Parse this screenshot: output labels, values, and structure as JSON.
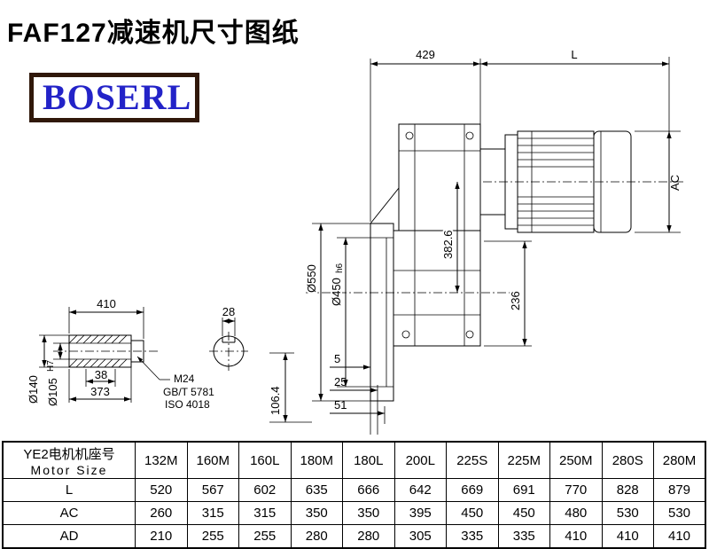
{
  "page": {
    "title": "FAF127减速机尺寸图纸",
    "logo_text": "BOSERL"
  },
  "drawing": {
    "main": {
      "dim_width_429": "429",
      "dim_motor_length": "L",
      "dim_motor_ac": "AC",
      "dim_flange_od": "Ø550",
      "dim_spigot": "Ø450",
      "dim_spigot_tol": "h6",
      "dim_382_6": "382.6",
      "dim_236": "236",
      "dim_5": "5",
      "dim_25": "25",
      "dim_51": "51"
    },
    "shaft": {
      "dim_410": "410",
      "dim_28": "28",
      "dim_38": "38",
      "dim_373": "373",
      "dim_d140": "Ø140",
      "dim_d105": "Ø105",
      "dim_d105_tol": "H7",
      "dim_106_4": "106.4",
      "note_thread": "M24",
      "note_gb": "GB/T 5781",
      "note_iso": "ISO 4018"
    }
  },
  "table": {
    "header_zh": "YE2电机机座号",
    "header_en": "Motor Size",
    "columns": [
      "132M",
      "160M",
      "160L",
      "180M",
      "180L",
      "200L",
      "225S",
      "225M",
      "250M",
      "280S",
      "280M"
    ],
    "rows": [
      {
        "label": "L",
        "values": [
          520,
          567,
          602,
          635,
          666,
          642,
          669,
          691,
          770,
          828,
          879
        ]
      },
      {
        "label": "AC",
        "values": [
          260,
          315,
          315,
          350,
          350,
          395,
          450,
          450,
          480,
          530,
          530
        ]
      },
      {
        "label": "AD",
        "values": [
          210,
          255,
          255,
          280,
          280,
          305,
          335,
          335,
          410,
          410,
          410
        ]
      }
    ]
  }
}
